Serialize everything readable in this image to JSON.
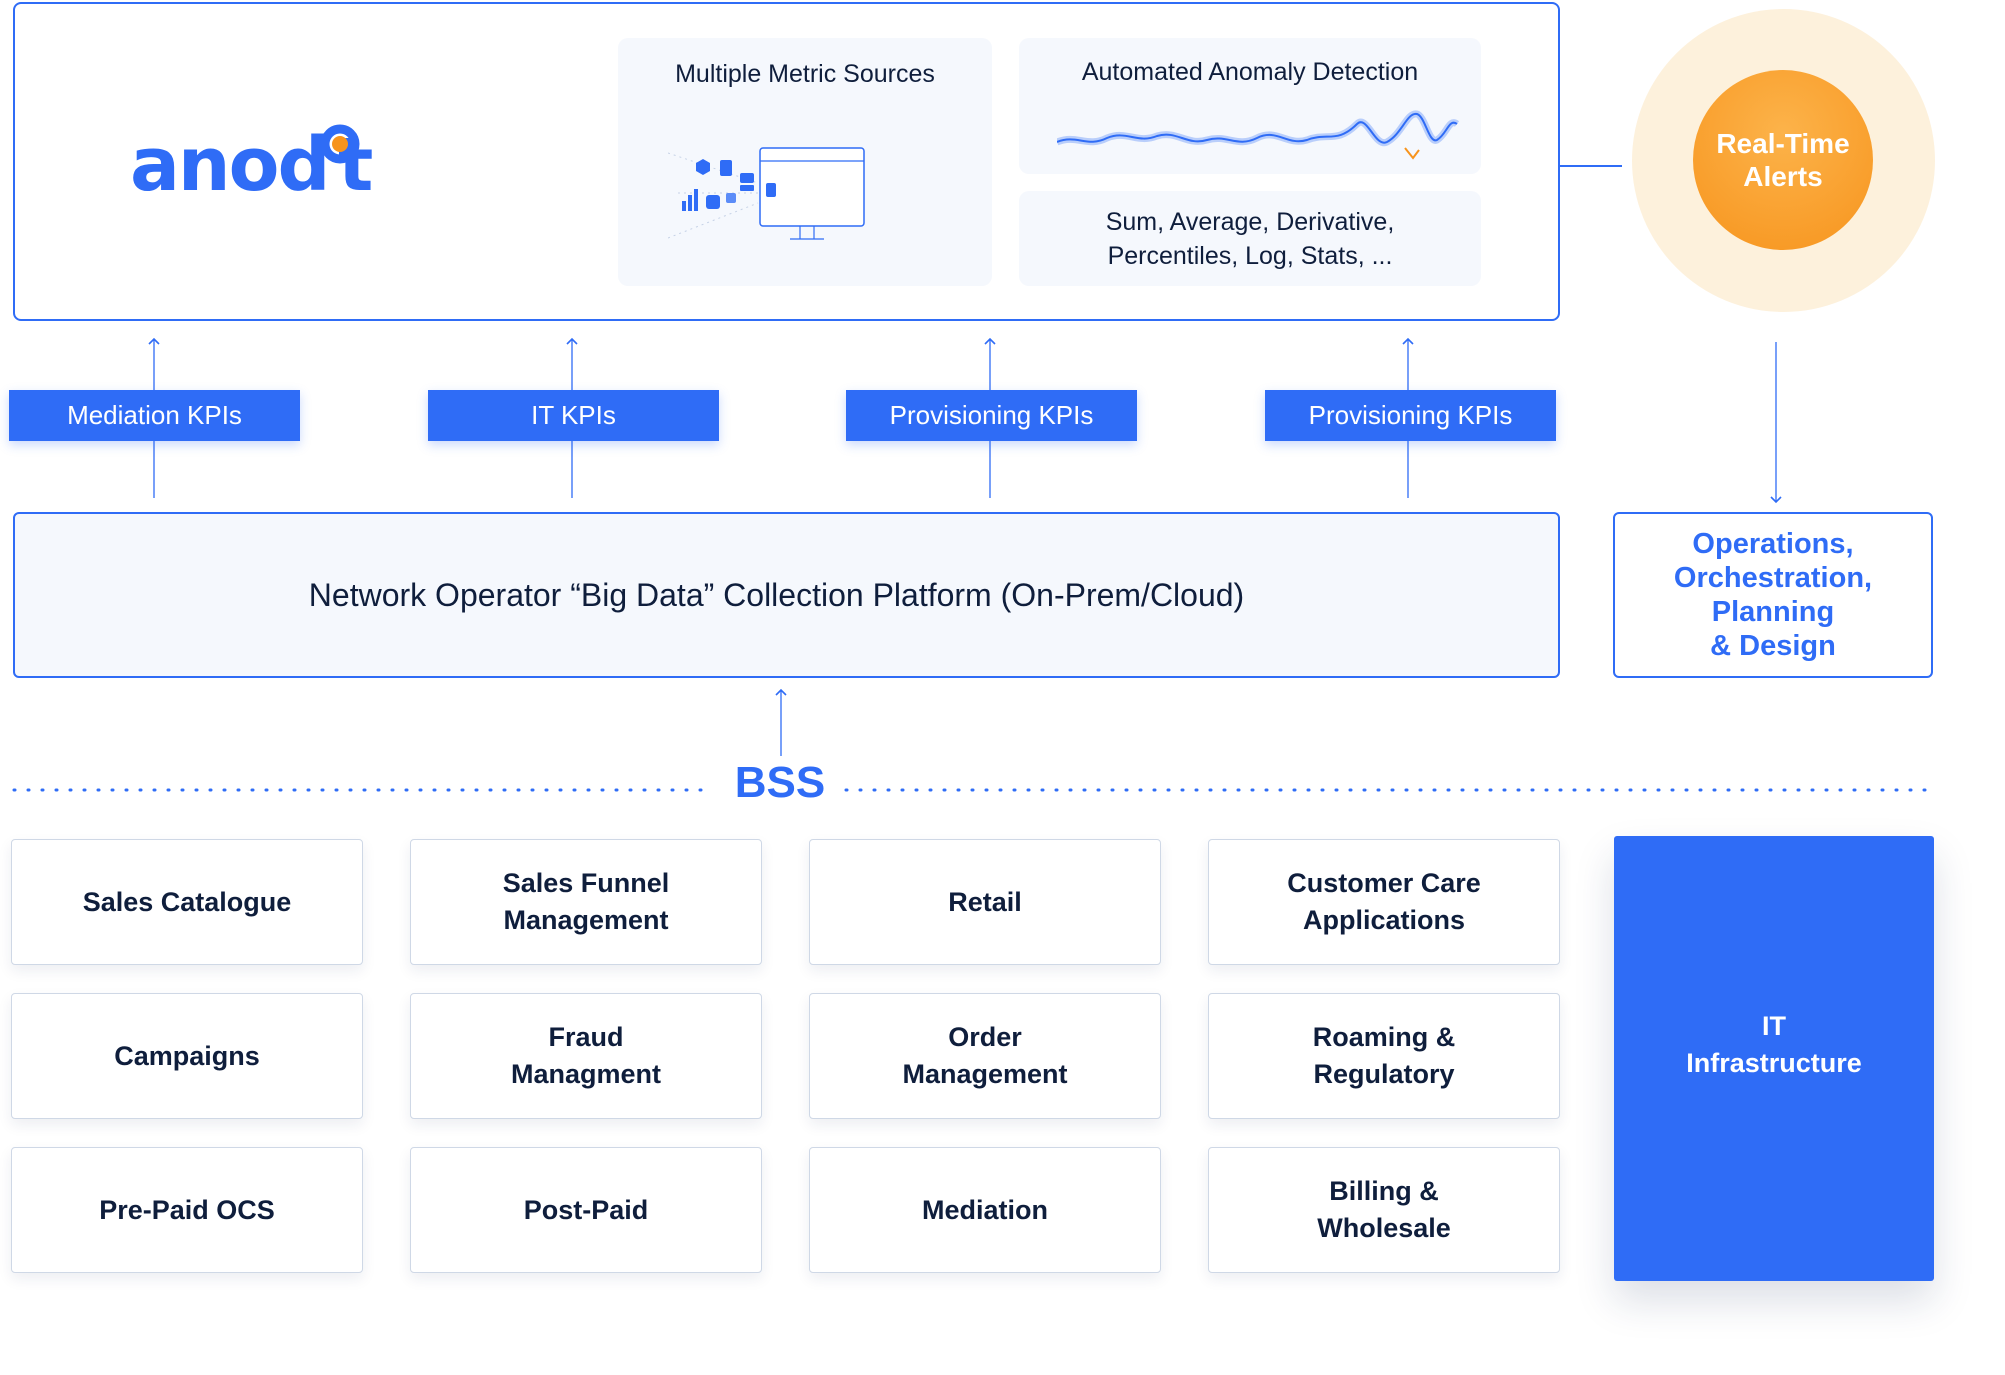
{
  "logo": {
    "text": "anodot"
  },
  "cards": {
    "metric_sources": "Multiple Metric Sources",
    "anomaly_detection": "Automated Anomaly Detection",
    "functions": "Sum, Average, Derivative,\nPercentiles, Log, Stats, ..."
  },
  "alerts": {
    "label": "Real-Time\nAlerts"
  },
  "kpis": [
    "Mediation KPIs",
    "IT KPIs",
    "Provisioning KPIs",
    "Provisioning KPIs"
  ],
  "platform": {
    "title": "Network Operator “Big Data” Collection Platform (On-Prem/Cloud)"
  },
  "operations": {
    "label": "Operations,\nOrchestration,\nPlanning\n& Design"
  },
  "bss": {
    "label": "BSS",
    "items": [
      "Sales Catalogue",
      "Sales Funnel\nManagement",
      "Retail",
      "Customer Care\nApplications",
      "Campaigns",
      "Fraud\nManagment",
      "Order\nManagement",
      "Roaming &\nRegulatory",
      "Pre-Paid OCS",
      "Post-Paid",
      "Mediation",
      "Billing &\nWholesale"
    ]
  },
  "it_infrastructure": {
    "label": "IT\nInfrastructure"
  },
  "colors": {
    "primary": "#2f6cf6",
    "dark_text": "#0f1e3c",
    "alert_orange": "#f7941d",
    "alert_halo": "#fdf1dc"
  }
}
